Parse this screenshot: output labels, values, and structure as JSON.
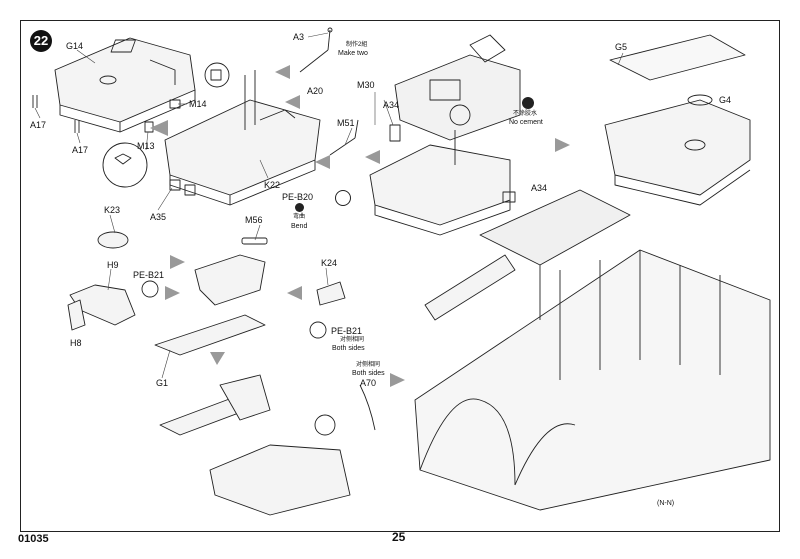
{
  "page": {
    "step_number": "22",
    "catalog_code": "01035",
    "page_number": "25",
    "view_note": "(N-N)"
  },
  "labels": {
    "g14": "G14",
    "a17_top": "A17",
    "a17_bottom": "A17",
    "m14": "M14",
    "m13": "M13",
    "a35": "A35",
    "k22": "K22",
    "a3": "A3",
    "a20": "A20",
    "make_two_cjk": "制作2組",
    "make_two": "Make two",
    "m30": "M30",
    "a34_top": "A34",
    "m51": "M51",
    "no_cement_cjk": "不涂胶水",
    "no_cement": "No cement",
    "pe_b20": "PE-B20",
    "bend_cjk": "弯曲",
    "bend": "Bend",
    "a34_bottom": "A34",
    "g5": "G5",
    "g4": "G4",
    "k23": "K23",
    "h9": "H9",
    "pe_b21_left": "PE-B21",
    "h8": "H8",
    "m56": "M56",
    "k24": "K24",
    "pe_b21_right": "PE-B21",
    "both_sides_cjk_1": "对侧相同",
    "both_sides_1": "Both sides",
    "g1": "G1",
    "both_sides_cjk_2": "对侧相同",
    "both_sides_2": "Both sides",
    "a70": "A70"
  }
}
